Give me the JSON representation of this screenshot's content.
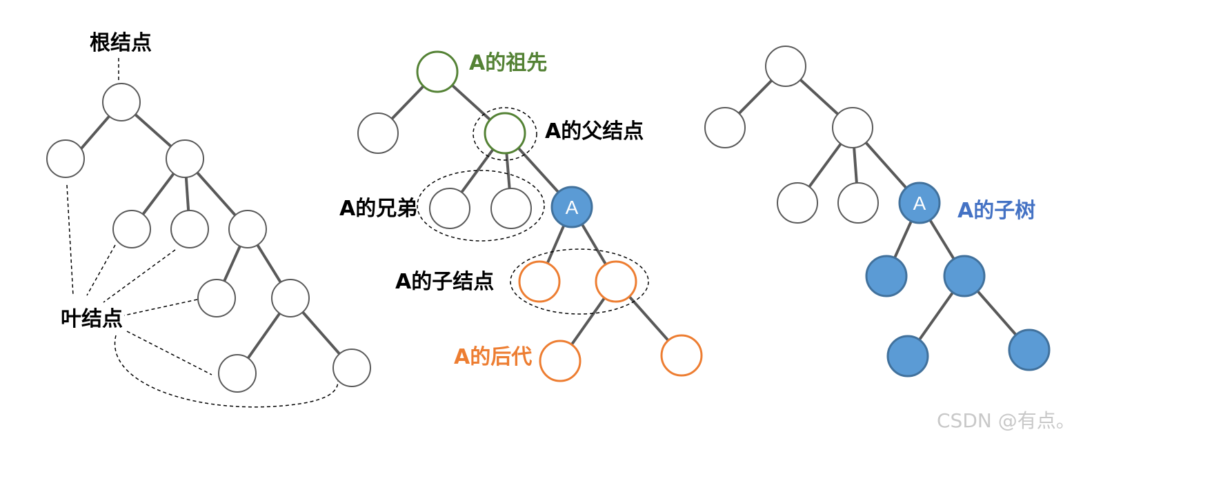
{
  "colors": {
    "edge": "#595959",
    "node_stroke": "#595959",
    "node_fill": "#ffffff",
    "ancestor": "#548235",
    "descendant": "#ed7d31",
    "subtree": "#4472c4",
    "subtree_fill": "#5b9bd5",
    "subtree_stroke": "#41719c",
    "label": "#000000",
    "watermark": "#c8c8c8"
  },
  "labels": {
    "root": "根结点",
    "leaf": "叶结点",
    "ancestor": "A的祖先",
    "parent": "A的父结点",
    "siblings": "A的兄弟",
    "children": "A的子结点",
    "descendants": "A的后代",
    "subtree": "A的子树"
  },
  "node_letter": "A",
  "watermark": "CSDN @有点。"
}
